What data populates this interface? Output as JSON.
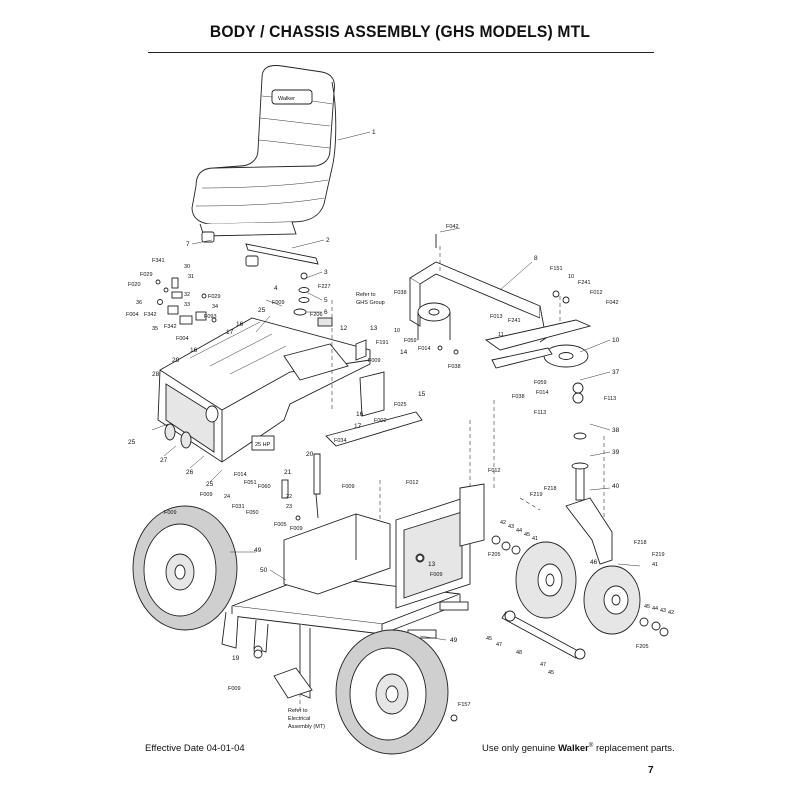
{
  "page": {
    "title": "BODY / CHASSIS ASSEMBLY (GHS MODELS) MTL",
    "effective_date": "Effective Date 04-01-04",
    "footer_prefix": "Use only genuine",
    "brand": "Walker",
    "registered_mark": "®",
    "footer_suffix": "replacement parts.",
    "page_number": "7"
  },
  "diagram": {
    "seat_badge": "Walker",
    "engine_badge": "25 HP",
    "notes": {
      "ghs_group_1": "Refer to",
      "ghs_group_2": "GHS Group",
      "elec_1": "Refer to",
      "elec_2": "Electrical",
      "elec_3": "Assembly (MT)"
    },
    "callouts": {
      "c1": "1",
      "c2": "2",
      "c3": "3",
      "c4": "4",
      "c5": "5",
      "c6": "6",
      "c7": "7",
      "c8": "8",
      "c10a": "10",
      "c10b": "10",
      "c11": "11",
      "c12": "12",
      "c13a": "13",
      "c13b": "13",
      "c14": "14",
      "c15": "15",
      "c16a": "16",
      "c16b": "16",
      "c17a": "17",
      "c17b": "17",
      "c19": "19",
      "c20": "20",
      "c21": "21",
      "c22": "22",
      "c23": "23",
      "c24": "24",
      "c25a": "25",
      "c25b": "25",
      "c25c": "25",
      "c26": "26",
      "c27": "27",
      "c28": "28",
      "c29": "29",
      "c30": "30",
      "c31": "31",
      "c32": "32",
      "c33": "33",
      "c34": "34",
      "c35": "35",
      "c36": "36",
      "c37": "37",
      "c38": "38",
      "c39": "39",
      "c40": "40",
      "c41a": "41",
      "c41b": "41",
      "c42a": "42",
      "c42b": "42",
      "c43a": "43",
      "c43b": "43",
      "c44a": "44",
      "c44b": "44",
      "c45a": "45",
      "c45b": "45",
      "c45c": "45",
      "c45d": "45",
      "c46": "46",
      "c47a": "47",
      "c47b": "47",
      "c48": "48",
      "c49a": "49",
      "c49b": "49",
      "c50": "50",
      "f002": "F002",
      "f004a": "F004",
      "f004b": "F004",
      "f005": "F005",
      "f009a": "F009",
      "f009b": "F009",
      "f009c": "F009",
      "f009d": "F009",
      "f009e": "F009",
      "f009f": "F009",
      "f009g": "F009",
      "f012a": "F012",
      "f012b": "F012",
      "f012c": "F012",
      "f013": "F013",
      "f014a": "F014",
      "f014b": "F014",
      "f020": "F020",
      "f025": "F025",
      "f029a": "F029",
      "f029b": "F029",
      "f031": "F031",
      "f034": "F034",
      "f038a": "F038",
      "f038b": "F038",
      "f038c": "F038",
      "f042a": "F042",
      "f042b": "F042",
      "f050": "F050",
      "f051": "F051",
      "f059a": "F059",
      "f059b": "F059",
      "f060": "F060",
      "f093": "F093",
      "f113a": "F113",
      "f113b": "F113",
      "f151": "F151",
      "f157": "F157",
      "f191": "F191",
      "f205a": "F205",
      "f205b": "F205",
      "f206": "F206",
      "f218a": "F218",
      "f218b": "F218",
      "f219a": "F219",
      "f219b": "F219",
      "f227": "F227",
      "f241a": "F241",
      "f241b": "F241",
      "f341": "F341",
      "f342a": "F342",
      "f342b": "F342"
    }
  }
}
